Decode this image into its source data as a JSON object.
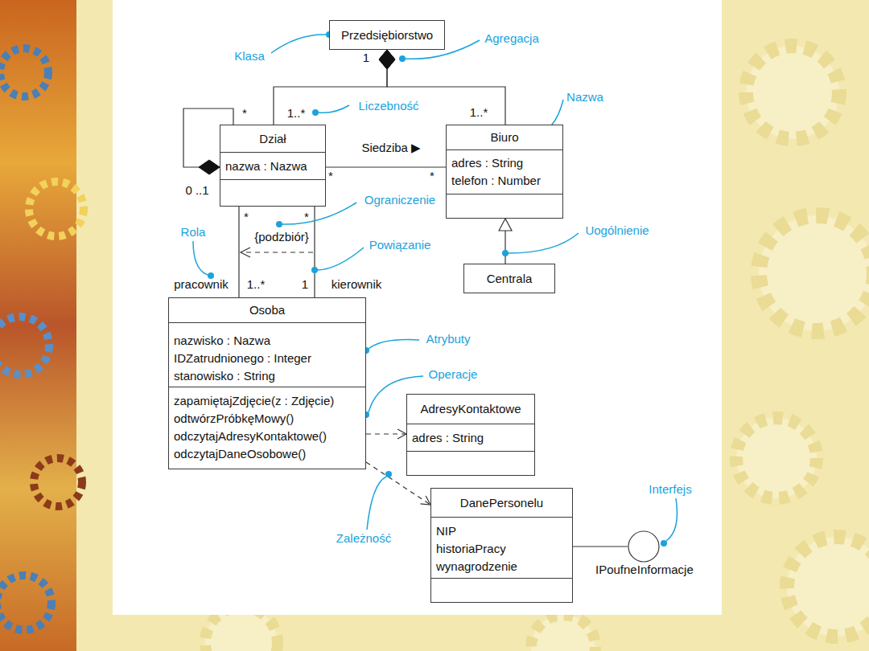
{
  "diagram": {
    "nodes": [
      {
        "text": [
          "Przedsiębiorstwo"
        ]
      },
      {
        "text": [
          "Dział",
          "nazwa : Nazwa"
        ]
      },
      {
        "text": [
          "Biuro",
          "adres : String",
          "telefon : Number"
        ]
      },
      {
        "text": [
          "Centrala"
        ]
      },
      {
        "text": [
          "Osoba",
          "nazwisko : Nazwa",
          "IDZatrudnionego : Integer",
          "stanowisko : String",
          "zapamiętajZdjęcie(z : Zdjęcie)",
          "odtwórzPróbkęMowy()",
          "odczytajAdresyKontaktowe()",
          "odczytajDaneOsobowe()"
        ]
      },
      {
        "text": [
          "AdresyKontaktowe",
          "adres : String"
        ]
      },
      {
        "text": [
          "DanePersonelu",
          "NIP",
          "historiaPracy",
          "wynagrodzenie"
        ]
      },
      {
        "text": [
          "IPoufneInformacje"
        ]
      }
    ],
    "edges": [
      {
        "from": 0,
        "to": 1,
        "arrow": "none"
      },
      {
        "from": 0,
        "to": 2,
        "arrow": "none"
      },
      {
        "from": 1,
        "to": 1,
        "arrow": "none"
      },
      {
        "from": 1,
        "to": 2,
        "arrow": "none",
        "label": "Siedziba ▶"
      },
      {
        "from": 1,
        "to": 4,
        "arrow": "none"
      },
      {
        "from": 1,
        "to": 4,
        "arrow": "none"
      },
      {
        "from": 3,
        "to": 2,
        "arrow": "to"
      },
      {
        "from": 4,
        "to": 5,
        "arrow": "to"
      },
      {
        "from": 4,
        "to": 6,
        "arrow": "to"
      },
      {
        "from": 6,
        "to": 7,
        "arrow": "none"
      }
    ],
    "labels": [
      "Klasa",
      "Agregacja",
      "1",
      "*",
      "1..*",
      "Liczebność",
      "1..*",
      "Nazwa",
      "*",
      "*",
      "0 ..1",
      "Ograniczenie",
      "*",
      "*",
      "{podzbiór}",
      "Rola",
      "Powiązanie",
      "Uogólnienie",
      "pracownik",
      "1..*",
      "1",
      "kierownik",
      "Atrybuty",
      "Operacje",
      "Zależność",
      "Interfejs"
    ]
  }
}
